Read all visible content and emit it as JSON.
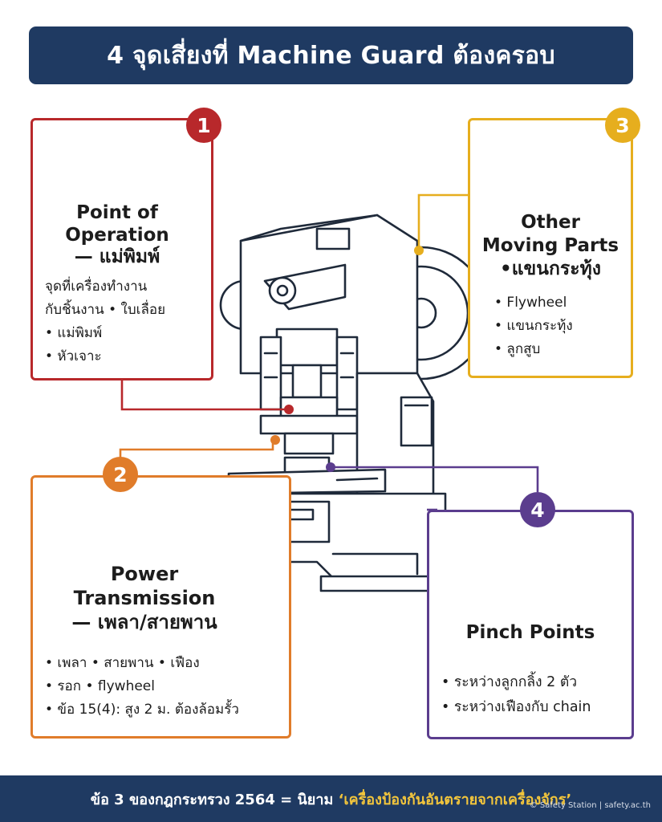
{
  "title": "4 จุดเสี่ยงที่ Machine Guard ต้องครอบ",
  "colors": {
    "navy": "#1f3a62",
    "red": "#b8282b",
    "orange": "#e07c2a",
    "yellow": "#e6ae1e",
    "purple": "#5b3d8e",
    "highlight": "#f2c53c"
  },
  "cards": [
    {
      "number": "1",
      "icon": "gears-icon",
      "heading_line1": "Point of",
      "heading_line2": "Operation",
      "heading_line3": "— แม่พิมพ์",
      "lines": [
        "จุดที่เครื่องทำงาน",
        "กับชิ้นงาน • ใบเลื่อย",
        "• แม่พิมพ์",
        "• หัวเจาะ"
      ]
    },
    {
      "number": "2",
      "icon": "belt-pulley-icon",
      "heading_line1": "Power",
      "heading_line2": "Transmission",
      "heading_line3": "— เพลา/สายพาน",
      "lines": [
        "• เพลา • สายพาน • เฟือง",
        "• รอก • flywheel",
        "• ข้อ 15(4): สูง 2 ม. ต้องล้อมรั้ว"
      ]
    },
    {
      "number": "3",
      "icon": "connecting-rod-piston-icon",
      "heading_line1": "Other",
      "heading_line2": "Moving Parts",
      "heading_line3": "•แขนกระทุ้ง",
      "lines": [
        "• Flywheel",
        "• แขนกระทุ้ง",
        "• ลูกสูบ"
      ]
    },
    {
      "number": "4",
      "icon": "rollers-pinch-icon",
      "heading_line1": "Pinch Points",
      "lines": [
        "• ระหว่างลูกกลิ้ง 2 ตัว",
        "• ระหว่างเฟืองกับ chain"
      ]
    }
  ],
  "footer": {
    "prefix": "ข้อ 3 ของกฎกระทรวง 2564 = นิยาม ",
    "highlight": "‘เครื่องป้องกันอันตรายจากเครื่องจักร’"
  },
  "watermark": "© Safety Station | safety.ac.th"
}
